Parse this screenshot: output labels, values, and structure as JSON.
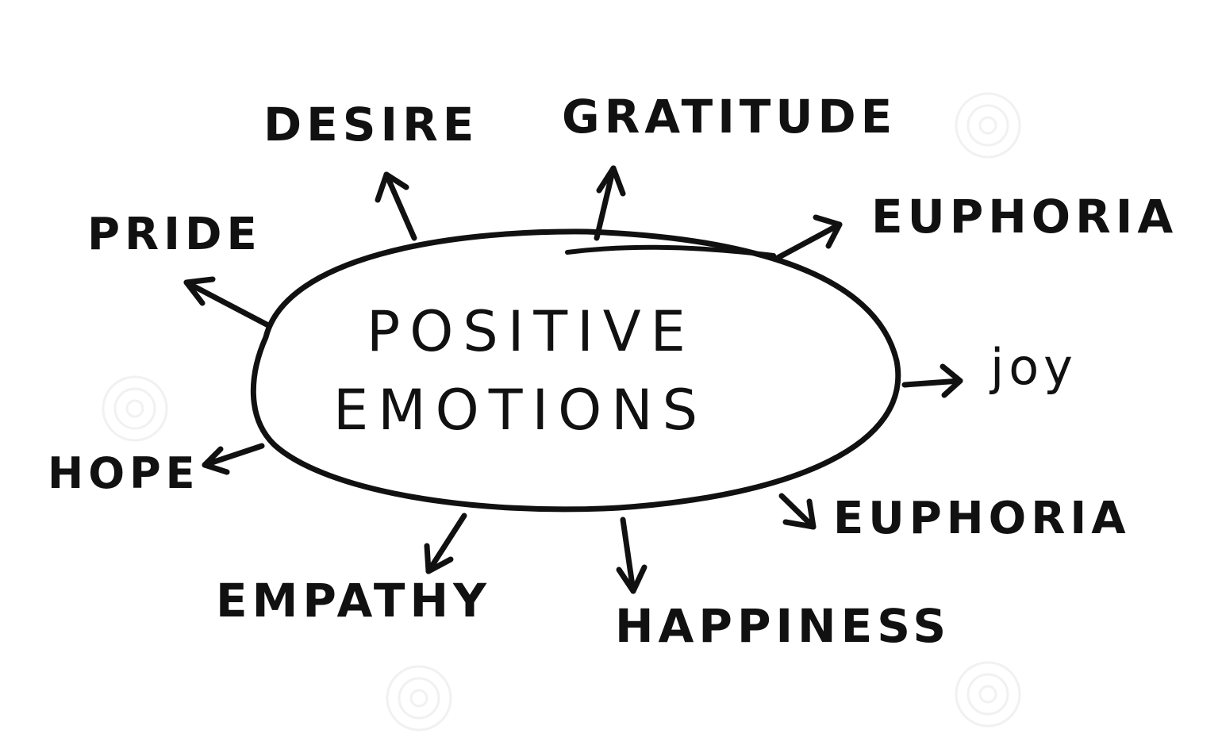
{
  "center": {
    "line1": "POSITIVE",
    "line2": "EMOTIONS"
  },
  "labels": {
    "desire": "DESIRE",
    "gratitude": "GRATITUDE",
    "euphoria_top": "EUPHORIA",
    "pride": "PRIDE",
    "joy": "joy",
    "hope": "HOPE",
    "euphoria_bottom": "EUPHORIA",
    "empathy": "EMPATHY",
    "happiness": "HAPPINESS"
  },
  "colors": {
    "ink": "#111111",
    "background": "#ffffff",
    "watermark": "#cccccc"
  }
}
